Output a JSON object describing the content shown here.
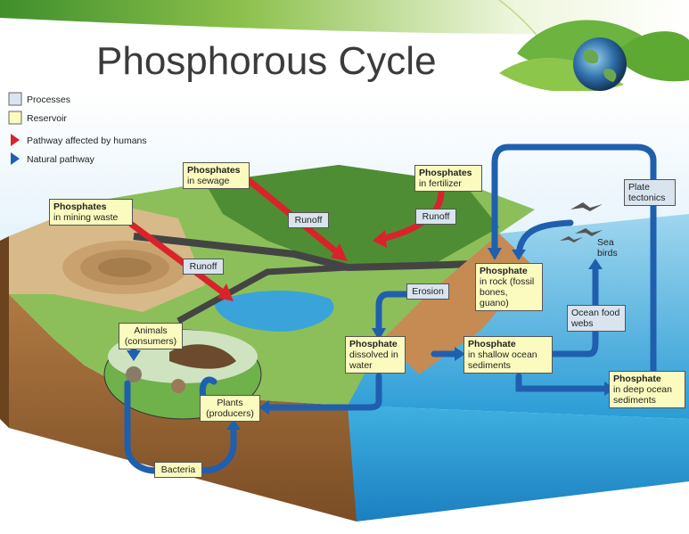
{
  "title": "Phosphorous Cycle",
  "legend": {
    "processes": "Processes",
    "reservoir": "Reservoir",
    "human_pathway": "Pathway affected by humans",
    "natural_pathway": "Natural pathway"
  },
  "reservoirs": {
    "sewage": {
      "bold": "Phosphates",
      "text": "in sewage"
    },
    "fertilizer": {
      "bold": "Phosphates",
      "text": "in fertilizer"
    },
    "mining": {
      "bold": "Phosphates",
      "text": "in mining waste"
    },
    "rock": {
      "bold": "Phosphate",
      "text": "in rock (fossil bones, guano)"
    },
    "dissolved": {
      "bold": "Phosphate",
      "text": "dissolved in water"
    },
    "shallow": {
      "bold": "Phosphate",
      "text": "in shallow ocean sediments"
    },
    "deep": {
      "bold": "Phosphate",
      "text": "in deep ocean sediments"
    },
    "animals": "Animals (consumers)",
    "plants": "Plants (producers)",
    "bacteria": "Bacteria"
  },
  "processes": {
    "runoff_1": "Runoff",
    "runoff_2": "Runoff",
    "runoff_3": "Runoff",
    "erosion": "Erosion",
    "plate_tectonics": "Plate tectonics",
    "ocean_food_webs": "Ocean food webs"
  },
  "labels": {
    "sea_birds": "Sea birds"
  },
  "colors": {
    "human_pathway": "#d9232a",
    "natural_pathway": "#1f5fae",
    "reservoir": "#fbfbbf",
    "process": "#d9e4ef"
  }
}
